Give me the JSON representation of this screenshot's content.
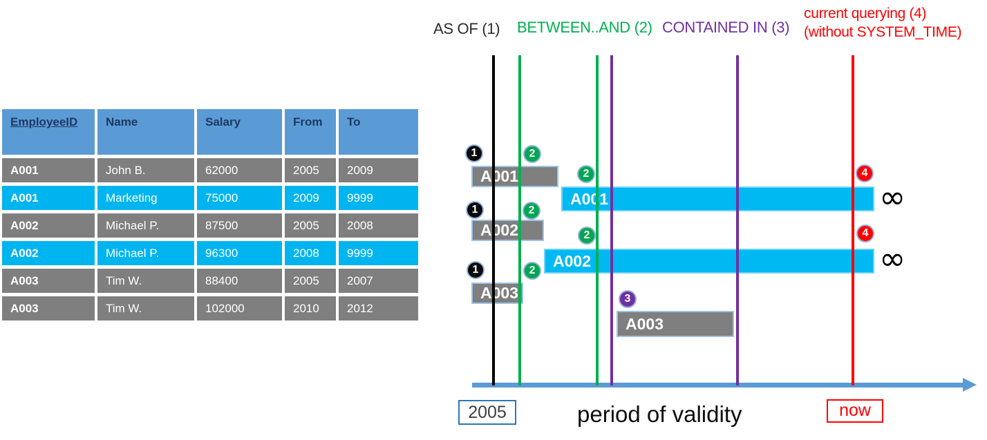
{
  "legend": {
    "as_of": "AS OF (1)",
    "between_and": "BETWEEN..AND (2)",
    "contained_in": "CONTAINED IN (3)",
    "current_querying_line1": "current querying (4)",
    "current_querying_line2": "(without SYSTEM_TIME)"
  },
  "table": {
    "headers": [
      "EmployeeID",
      "Name",
      "Salary",
      "From",
      "To"
    ],
    "rows": [
      {
        "id": "A001",
        "name": "John B.",
        "salary": "62000",
        "from": "2005",
        "to": "2009",
        "state": "history"
      },
      {
        "id": "A001",
        "name": "Marketing",
        "salary": "75000",
        "from": "2009",
        "to": "9999",
        "state": "current"
      },
      {
        "id": "A002",
        "name": "Michael P.",
        "salary": "87500",
        "from": "2005",
        "to": "2008",
        "state": "history"
      },
      {
        "id": "A002",
        "name": "Michael P.",
        "salary": "96300",
        "from": "2008",
        "to": "9999",
        "state": "current"
      },
      {
        "id": "A003",
        "name": "Tim W.",
        "salary": "88400",
        "from": "2005",
        "to": "2007",
        "state": "history"
      },
      {
        "id": "A003",
        "name": "Tim W.",
        "salary": "102000",
        "from": "2010",
        "to": "2012",
        "state": "history"
      }
    ]
  },
  "timeline": {
    "bars": [
      {
        "label": "A001",
        "kind": "history",
        "from": "2005",
        "to": "2009"
      },
      {
        "label": "A001",
        "kind": "current",
        "from": "2009",
        "to": "9999"
      },
      {
        "label": "A002",
        "kind": "history",
        "from": "2005",
        "to": "2008"
      },
      {
        "label": "A002",
        "kind": "current",
        "from": "2008",
        "to": "9999"
      },
      {
        "label": "A003",
        "kind": "history",
        "from": "2005",
        "to": "2007"
      },
      {
        "label": "A003",
        "kind": "contained",
        "from": "2010",
        "to": "2012"
      }
    ],
    "badge_labels": [
      "1",
      "2",
      "2",
      "4",
      "1",
      "2",
      "2",
      "4",
      "1",
      "2",
      "3"
    ],
    "infinity": "∞",
    "axis": {
      "start_label": "2005",
      "title": "period of validity",
      "now_label": "now"
    }
  },
  "colors": {
    "header_blue": "#5B9BD5",
    "navy_text": "#1F3864",
    "history_gray": "#7F7F7F",
    "current_cyan": "#00B4F0",
    "green": "#00B050",
    "purple": "#7030A0",
    "red": "#FF0000",
    "axis_blue": "#5B9BD5"
  }
}
